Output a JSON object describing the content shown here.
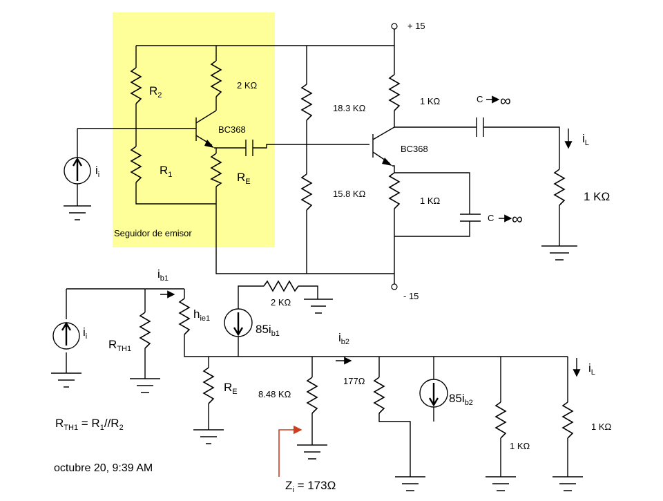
{
  "colors": {
    "highlight": "#ffff99",
    "accent_arrow": "#d03c1e",
    "ink": "#000000"
  },
  "top": {
    "supply_pos": "+ 15",
    "supply_neg": "- 15",
    "r2": {
      "base": "R",
      "sub": "2"
    },
    "r1": {
      "base": "R",
      "sub": "1"
    },
    "re": {
      "base": "R",
      "sub": "E"
    },
    "r_2k": "2 KΩ",
    "q1": "BC368",
    "q2": "BC368",
    "r_18k": "18.3 KΩ",
    "r_15k": "15.8 KΩ",
    "rc_1k": "1 KΩ",
    "re2_1k": "1 KΩ",
    "cap_label_top": "C",
    "cap_label_bottom": "C",
    "infinity": "∞",
    "source_i": {
      "base": "i",
      "sub": "i"
    },
    "load_i": {
      "base": "i",
      "sub": "L"
    },
    "load_r": "1 KΩ",
    "follower_label": "Seguidor de emisor"
  },
  "bottom": {
    "ib1": {
      "base": "i",
      "sub": "b1"
    },
    "hie1": {
      "base": "h",
      "sub": "ie1"
    },
    "ii": {
      "base": "i",
      "sub": "i"
    },
    "rth1": {
      "base": "R",
      "sub": "TH1"
    },
    "src1": {
      "pre": "85i",
      "sub": "b1"
    },
    "r_2k": "2 KΩ",
    "ib2": {
      "base": "i",
      "sub": "b2"
    },
    "re": {
      "base": "R",
      "sub": "E"
    },
    "r_848": "8.48 KΩ",
    "r_177": "177Ω",
    "src2": {
      "pre": "85i",
      "sub": "b2"
    },
    "il": {
      "base": "i",
      "sub": "L"
    },
    "r_1k_a": "1 KΩ",
    "r_1k_b": "1 KΩ",
    "eq": {
      "a": "R",
      "a_sub": "TH1",
      "b": " = R",
      "b_sub": "1",
      "c": "//R",
      "c_sub": "2"
    },
    "timestamp": "octubre 20, 9:39 AM",
    "zi": {
      "base": "Z",
      "sub": "i",
      "rest": " = 173Ω"
    }
  }
}
